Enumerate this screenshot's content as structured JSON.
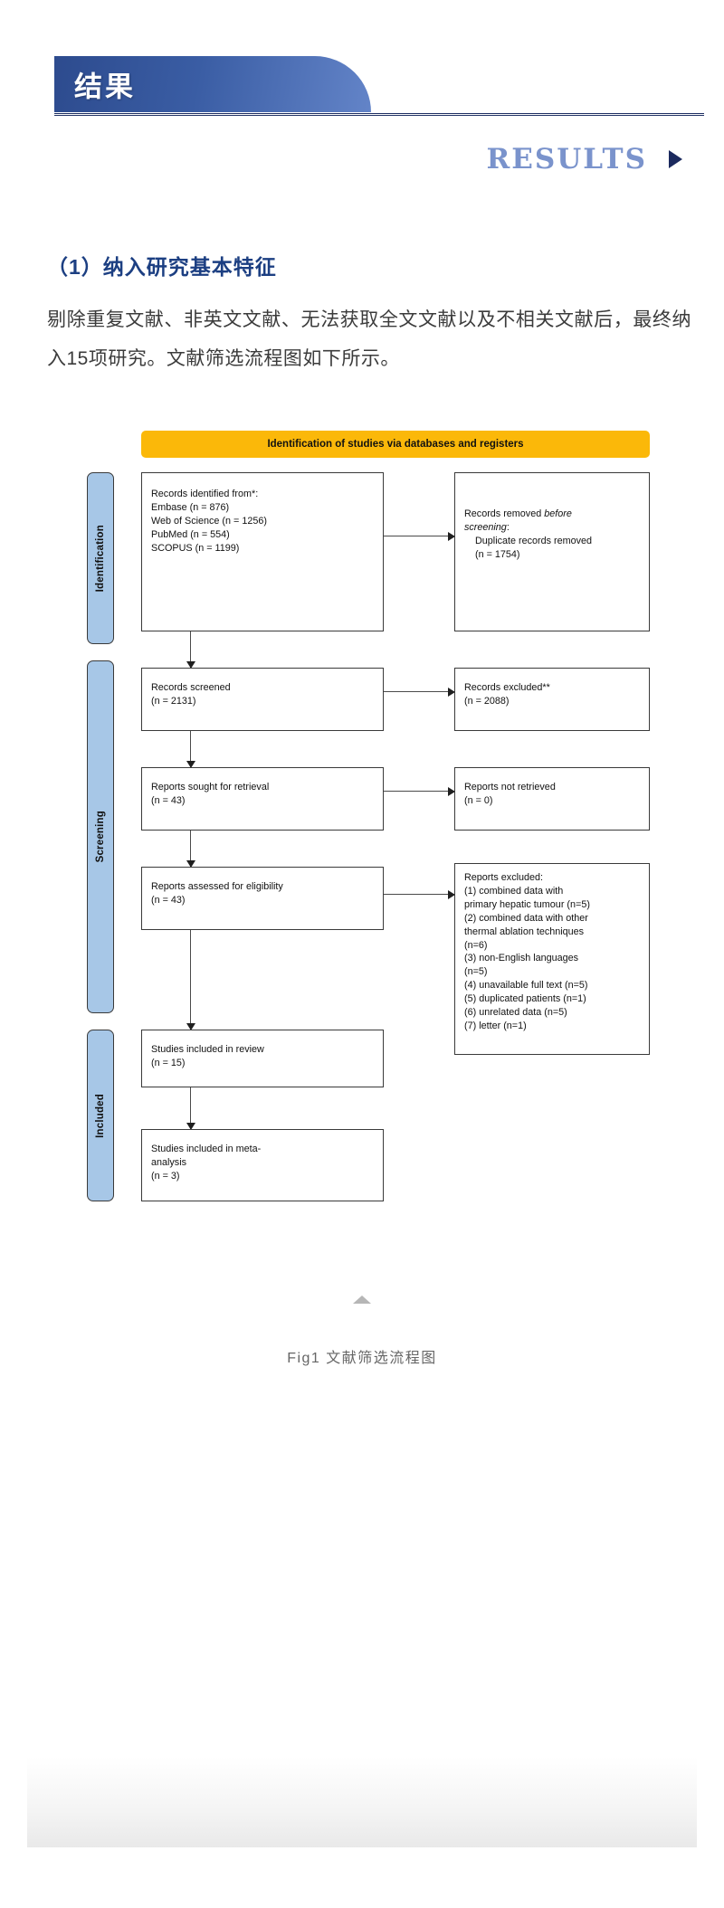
{
  "header": {
    "cn_title": "结果",
    "en_title": "RESULTS",
    "marker_icon": "play-triangle-icon",
    "band_gradient_from": "#2d4b8e",
    "band_gradient_to": "#6384c8",
    "en_title_color": "#7a93cc",
    "marker_color": "#1b2a5e"
  },
  "body": {
    "sub_heading": "（1）纳入研究基本特征",
    "paragraph": "剔除重复文献、非英文文献、无法获取全文文献以及不相关文献后，最终纳入15项研究。文献筛选流程图如下所示。",
    "sub_heading_color": "#1c3f82"
  },
  "figure": {
    "caption": "Fig1 文献筛选流程图",
    "collapse_icon": "triangle-up-icon"
  },
  "chart_data": {
    "type": "diagram",
    "title": "Identification of studies via databases and registers",
    "banner_color": "#FBB809",
    "tab_color": "#A7C7E7",
    "phases": [
      {
        "id": "identification",
        "label": "Identification"
      },
      {
        "id": "screening",
        "label": "Screening"
      },
      {
        "id": "included",
        "label": "Included"
      }
    ],
    "nodes": [
      {
        "id": "records-identified",
        "phase": "identification",
        "column": "left",
        "title": "Records identified from*:",
        "text": "Records identified from*:\n    Embase (n = 876)\n    Web of Science (n = 1256)\n    PubMed (n = 554)\n    SCOPUS (n = 1199)",
        "sources": [
          {
            "name": "Embase",
            "n": 876
          },
          {
            "name": "Web of Science",
            "n": 1256
          },
          {
            "name": "PubMed",
            "n": 554
          },
          {
            "name": "SCOPUS",
            "n": 1199
          }
        ]
      },
      {
        "id": "records-removed",
        "phase": "identification",
        "column": "right",
        "text": "Records removed before\nscreening:\n    Duplicate records removed\n    (n = 1754)",
        "n": 1754
      },
      {
        "id": "records-screened",
        "phase": "screening",
        "column": "left",
        "text": "Records screened\n(n = 2131)",
        "n": 2131
      },
      {
        "id": "records-excluded",
        "phase": "screening",
        "column": "right",
        "text": "Records excluded**\n(n = 2088)",
        "n": 2088
      },
      {
        "id": "reports-sought",
        "phase": "screening",
        "column": "left",
        "text": "Reports sought for retrieval\n(n = 43)",
        "n": 43
      },
      {
        "id": "reports-not-retrieved",
        "phase": "screening",
        "column": "right",
        "text": "Reports not retrieved\n(n = 0)",
        "n": 0
      },
      {
        "id": "reports-assessed",
        "phase": "screening",
        "column": "left",
        "text": "Reports assessed for eligibility\n(n = 43)",
        "n": 43
      },
      {
        "id": "reports-excluded",
        "phase": "screening",
        "column": "right",
        "text": "Reports excluded:\n    (1) combined data with\n    primary hepatic tumour (n=5)\n    (2) combined data with other\n    thermal ablation techniques\n    (n=6)\n    (3) non-English languages\n    (n=5)\n    (4) unavailable full text (n=5)\n    (5) duplicated patients (n=1)\n    (6) unrelated data (n=5)\n    (7) letter (n=1)",
        "reasons": [
          {
            "index": 1,
            "reason": "combined data with primary hepatic tumour",
            "n": 5
          },
          {
            "index": 2,
            "reason": "combined data with other thermal ablation techniques",
            "n": 6
          },
          {
            "index": 3,
            "reason": "non-English languages",
            "n": 5
          },
          {
            "index": 4,
            "reason": "unavailable full text",
            "n": 5
          },
          {
            "index": 5,
            "reason": "duplicated patients",
            "n": 1
          },
          {
            "index": 6,
            "reason": "unrelated data",
            "n": 5
          },
          {
            "index": 7,
            "reason": "letter",
            "n": 1
          }
        ]
      },
      {
        "id": "studies-review",
        "phase": "included",
        "column": "left",
        "text": "Studies included in review\n(n = 15)",
        "n": 15
      },
      {
        "id": "studies-meta",
        "phase": "included",
        "column": "left",
        "text": "Studies included in meta-\nanalysis\n(n = 3)",
        "n": 3
      }
    ]
  }
}
